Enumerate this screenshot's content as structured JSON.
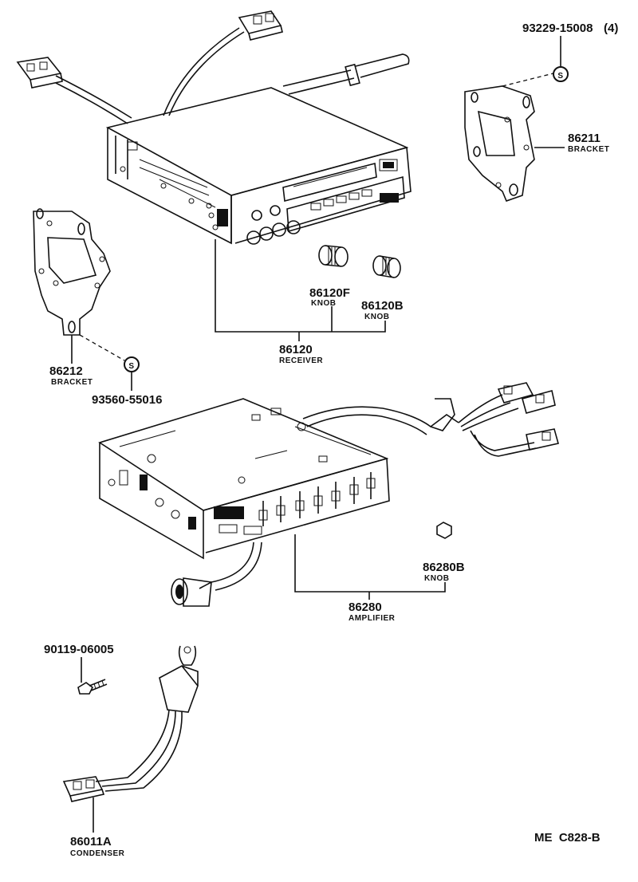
{
  "parts": {
    "screw_top": {
      "number": "93229-15008",
      "qty": "(4)"
    },
    "bracket_right": {
      "number": "86211",
      "name": "BRACKET"
    },
    "bracket_left": {
      "number": "86212",
      "name": "BRACKET"
    },
    "screw_left": {
      "number": "93560-55016"
    },
    "knob_f": {
      "number": "86120F",
      "name": "KNOB"
    },
    "knob_b": {
      "number": "86120B",
      "name": "KNOB"
    },
    "receiver": {
      "number": "86120",
      "name": "RECEIVER"
    },
    "knob_amp": {
      "number": "86280B",
      "name": "KNOB"
    },
    "amplifier": {
      "number": "86280",
      "name": "AMPLIFIER"
    },
    "bolt": {
      "number": "90119-06005"
    },
    "condenser": {
      "number": "86011A",
      "name": "CONDENSER"
    }
  },
  "screw_marker": "S",
  "diagram_code": "ME  C828-B"
}
